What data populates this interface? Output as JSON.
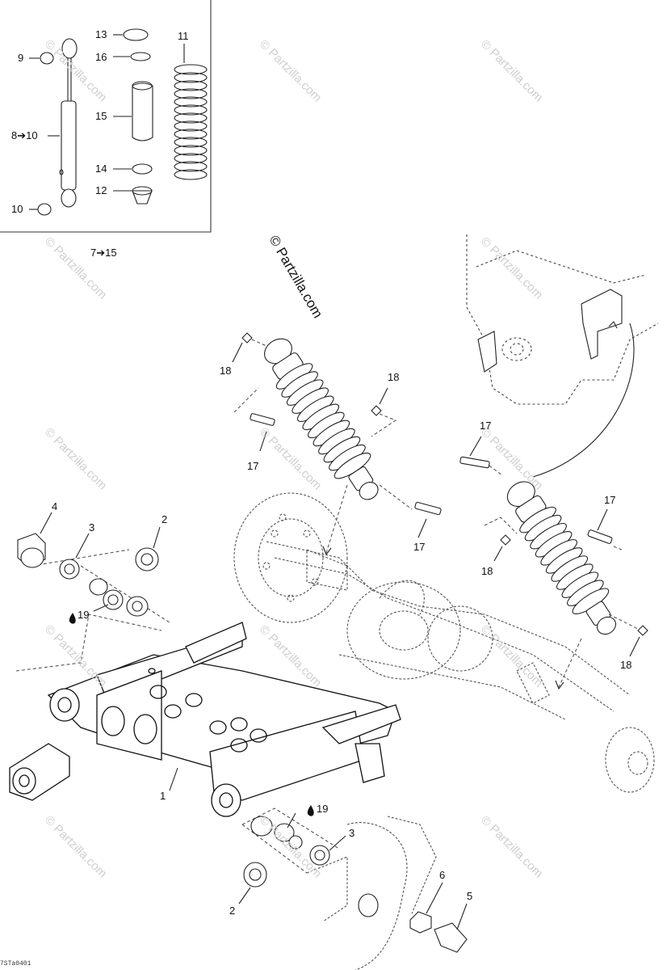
{
  "watermark": "© Partzilla.com",
  "figure_code": "7STa0401",
  "inset_range": "7➔15",
  "callouts": {
    "c1": "1",
    "c2_top": "2",
    "c2_bottom": "2",
    "c3_top": "3",
    "c3_bottom": "3",
    "c4": "4",
    "c5": "5",
    "c6": "6",
    "c8_10": "8➔10",
    "c9": "9",
    "c10": "10",
    "c11": "11",
    "c12": "12",
    "c13": "13",
    "c14": "14",
    "c15": "15",
    "c16": "16",
    "c17_a": "17",
    "c17_b": "17",
    "c17_c": "17",
    "c17_d": "17",
    "c18_a": "18",
    "c18_b": "18",
    "c18_c": "18",
    "c18_d": "18",
    "c19_a": "19",
    "c19_b": "19"
  },
  "icons": [
    "oil-drop-icon"
  ]
}
